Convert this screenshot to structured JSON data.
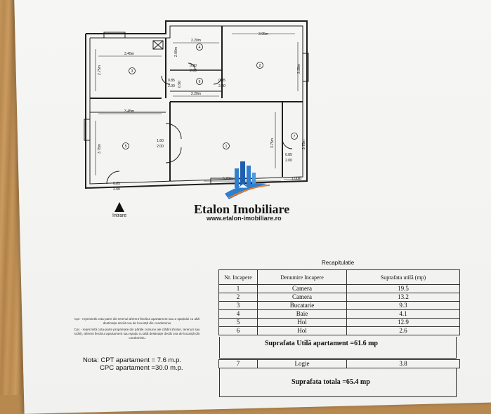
{
  "plan": {
    "rooms": [
      {
        "id": "room-1",
        "number": "1"
      },
      {
        "id": "room-2",
        "number": "2"
      },
      {
        "id": "room-3",
        "number": "3"
      },
      {
        "id": "room-4",
        "number": "4"
      },
      {
        "id": "room-5",
        "number": "5"
      },
      {
        "id": "room-6",
        "number": "6"
      },
      {
        "id": "room-7",
        "number": "7"
      }
    ],
    "dims": {
      "d_345_top": "3.45m",
      "d_275": "2.75m",
      "d_220_top": "2.20m",
      "d_200": "2.00m",
      "d_395": "3.95m",
      "d_335": "3.35m",
      "d_220_mid": "2.20m",
      "d_345_mid": "3.45m",
      "d_375_left": "3.75m",
      "d_375_right": "3.75m",
      "d_375_log": "3.75m",
      "d_520": "5.20m",
      "d_100": "1.00m",
      "d_80": "0.80",
      "d_90": "0.90"
    },
    "doors": [
      {
        "w": "0.80",
        "h": "2.00"
      },
      {
        "w": "0.85",
        "h": "2.00"
      },
      {
        "w": "0.85",
        "h": "2.00"
      },
      {
        "w": "1.60",
        "h": "2.00"
      },
      {
        "w": "0.85",
        "h": "2.00"
      },
      {
        "w": "0.85",
        "h": "2.00"
      }
    ],
    "entrance_label": "Intrare"
  },
  "brand": {
    "name": "Etalon Imobiliare",
    "url": "www.etalon-imobiliare.ro"
  },
  "recap": {
    "title": "Recapitulatie",
    "headers": [
      "Nr. Incapere",
      "Denumire Incapere",
      "Suprafata utilă (mp)"
    ],
    "rows": [
      {
        "nr": "1",
        "name": "Camera",
        "area": "19.5"
      },
      {
        "nr": "2",
        "name": "Camera",
        "area": "13.2"
      },
      {
        "nr": "3",
        "name": "Bucatarie",
        "area": "9.3"
      },
      {
        "nr": "4",
        "name": "Baie",
        "area": "4.1"
      },
      {
        "nr": "5",
        "name": "Hol",
        "area": "12.9"
      },
      {
        "nr": "6",
        "name": "Hol",
        "area": "2.6"
      }
    ],
    "total_util": "Suprafata Utilă apartament =61.6 mp",
    "logie": {
      "nr": "7",
      "name": "Logie",
      "area": "3.8"
    },
    "total_all": "Suprafata totala =65.4 mp"
  },
  "notes": {
    "cpt_text": "Cpt - reprezintă cota-parte din terenul aferent fiecărui apartament sau a spațiului cu altă destinație decât cea de locuință din condominiu",
    "cpc_text": "Cpc - reprezintă cota-parte proprietate din părțile comune ale clădirii (holuri, terenuri sau scări), aferent fiecărui apartament sau spațiu cu altă destinație decât cea de locuință din condominiu",
    "nota_label": "Nota:",
    "cpt": "CPT apartament = 7.6 m.p.",
    "cpc": "CPC apartament =30.0 m.p."
  },
  "colors": {
    "wall": "#1e1e1e",
    "logo_blue": "#2f7fcf",
    "logo_orange": "#e07a2a"
  }
}
